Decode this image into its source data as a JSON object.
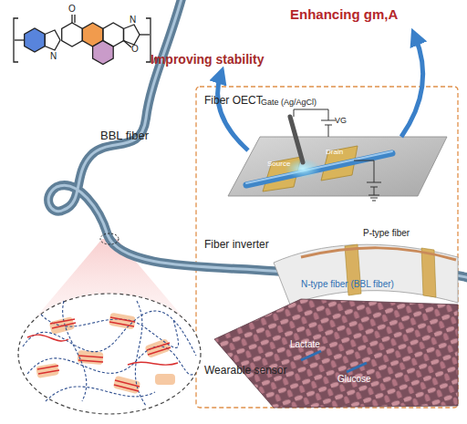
{
  "diagram": {
    "labels": [
      "N",
      "O",
      "O",
      "N",
      "n",
      "Enhancing gm,A",
      "Improving stability",
      "BBL fiber",
      "Fiber OECT",
      "Gate (Ag/AgCl)",
      "VG",
      "Source",
      "Drain",
      "Fiber inverter",
      "P-type fiber",
      "N-type fiber (BBL fiber)",
      "Lactate",
      "Glucose",
      "Wearable sensor"
    ]
  }
}
